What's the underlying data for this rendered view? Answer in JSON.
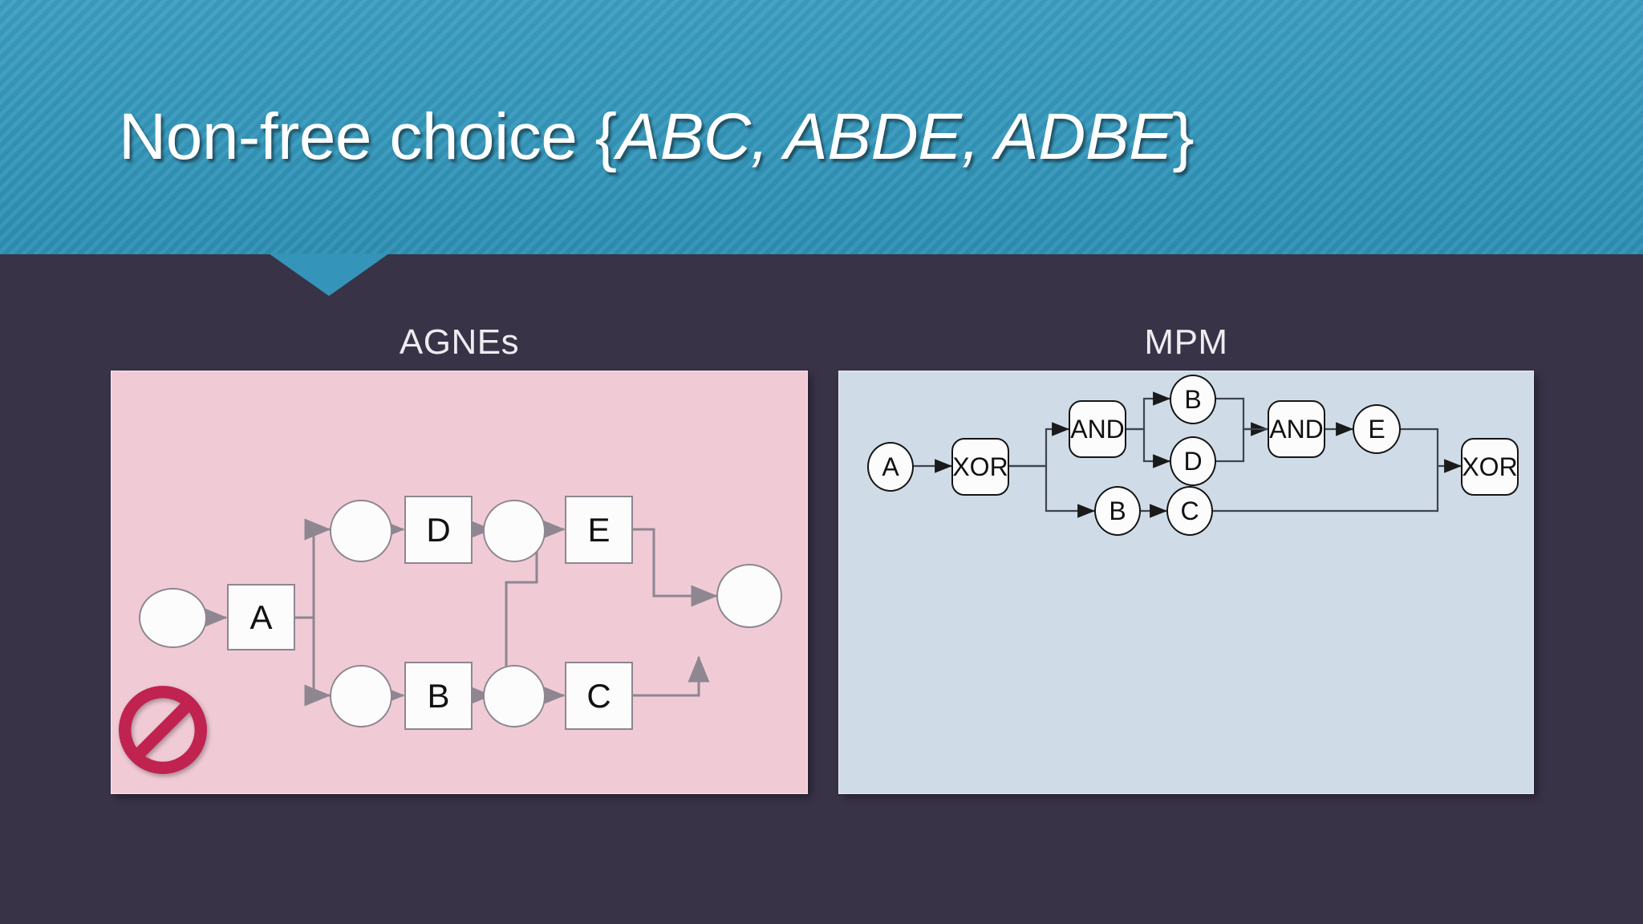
{
  "slide": {
    "background_color": "#393348",
    "banner_color": "#3098BE",
    "title_prefix": "Non-free choice {",
    "title_traces": "ABC, ABDE, ADBE",
    "title_suffix": "}",
    "title_full": "Non-free choice {ABC, ABDE, ADBE}"
  },
  "panels": {
    "left": {
      "caption": "AGNEs",
      "background_color": "#F0CBD6",
      "marker": {
        "icon": "prohibition-icon",
        "color": "#C02350",
        "meaning": "not supported"
      },
      "diagram": {
        "type": "petri-net",
        "transitions": [
          {
            "id": "t_A",
            "label": "A"
          },
          {
            "id": "t_D",
            "label": "D"
          },
          {
            "id": "t_B",
            "label": "B"
          },
          {
            "id": "t_E",
            "label": "E"
          },
          {
            "id": "t_C",
            "label": "C"
          }
        ],
        "places": [
          {
            "id": "p_start",
            "label": ""
          },
          {
            "id": "p_up1",
            "label": ""
          },
          {
            "id": "p_up2",
            "label": ""
          },
          {
            "id": "p_lo1",
            "label": ""
          },
          {
            "id": "p_lo2",
            "label": ""
          },
          {
            "id": "p_end",
            "label": ""
          }
        ],
        "arcs": [
          {
            "from": "p_start",
            "to": "t_A"
          },
          {
            "from": "t_A",
            "to": "p_up1"
          },
          {
            "from": "t_A",
            "to": "p_lo1"
          },
          {
            "from": "p_up1",
            "to": "t_D"
          },
          {
            "from": "t_D",
            "to": "p_up2"
          },
          {
            "from": "p_up2",
            "to": "t_E"
          },
          {
            "from": "p_lo1",
            "to": "t_B"
          },
          {
            "from": "t_B",
            "to": "p_lo2"
          },
          {
            "from": "p_lo2",
            "to": "t_C"
          },
          {
            "from": "p_lo2",
            "to": "t_E"
          },
          {
            "from": "t_E",
            "to": "p_end"
          },
          {
            "from": "t_C",
            "to": "p_end"
          }
        ]
      }
    },
    "right": {
      "caption": "MPM",
      "background_color": "#CFDCE7",
      "diagram": {
        "type": "process-model",
        "activities": [
          {
            "id": "a_A",
            "label": "A"
          },
          {
            "id": "a_B1",
            "label": "B"
          },
          {
            "id": "a_D",
            "label": "D"
          },
          {
            "id": "a_E",
            "label": "E"
          },
          {
            "id": "a_B2",
            "label": "B"
          },
          {
            "id": "a_C",
            "label": "C"
          }
        ],
        "gateways": [
          {
            "id": "g_xor_split",
            "label": "XOR"
          },
          {
            "id": "g_and_split",
            "label": "AND"
          },
          {
            "id": "g_and_join",
            "label": "AND"
          },
          {
            "id": "g_xor_join",
            "label": "XOR"
          }
        ],
        "edges": [
          {
            "from": "a_A",
            "to": "g_xor_split"
          },
          {
            "from": "g_xor_split",
            "to": "g_and_split"
          },
          {
            "from": "g_xor_split",
            "to": "a_B2"
          },
          {
            "from": "g_and_split",
            "to": "a_B1"
          },
          {
            "from": "g_and_split",
            "to": "a_D"
          },
          {
            "from": "a_B1",
            "to": "g_and_join"
          },
          {
            "from": "a_D",
            "to": "g_and_join"
          },
          {
            "from": "g_and_join",
            "to": "a_E"
          },
          {
            "from": "a_E",
            "to": "g_xor_join"
          },
          {
            "from": "a_B2",
            "to": "a_C"
          },
          {
            "from": "a_C",
            "to": "g_xor_join"
          }
        ]
      }
    }
  }
}
